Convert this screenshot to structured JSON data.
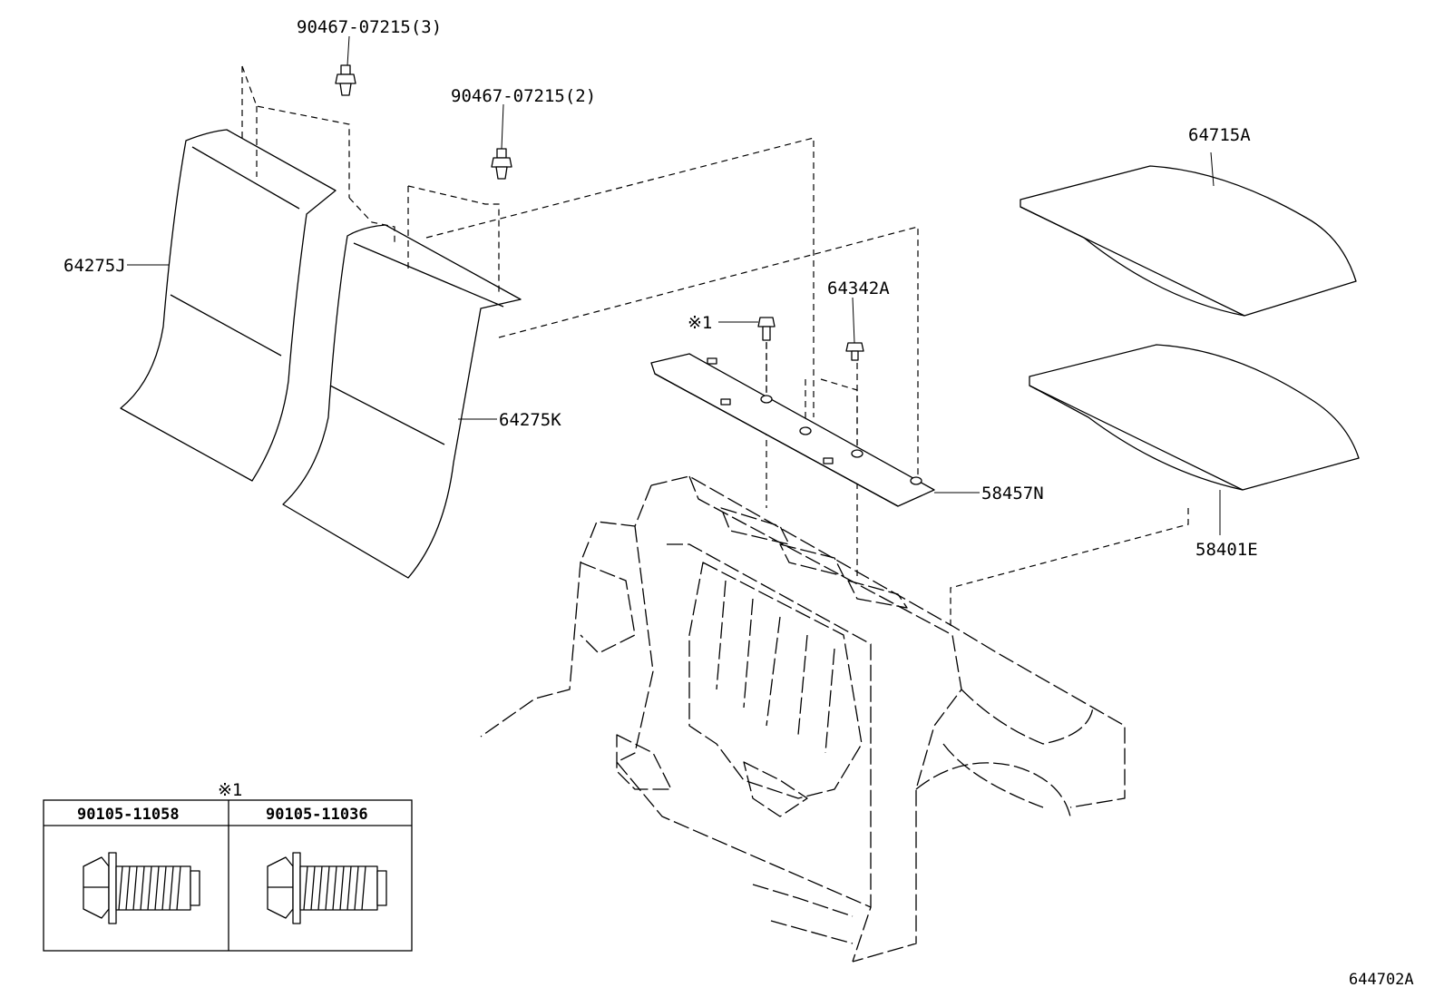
{
  "labels": {
    "clip_upper": "90467-07215(3)",
    "clip_middle": "90467-07215(2)",
    "panel_left": "64275J",
    "panel_right": "64275K",
    "reinforcement": "58457N",
    "screw": "64342A",
    "bolt_note": "※1",
    "board_upper": "64715A",
    "board_lower": "58401E"
  },
  "bolt_table": {
    "note": "※1",
    "col1": "90105-11058",
    "col2": "90105-11036"
  },
  "reference": "644702A"
}
